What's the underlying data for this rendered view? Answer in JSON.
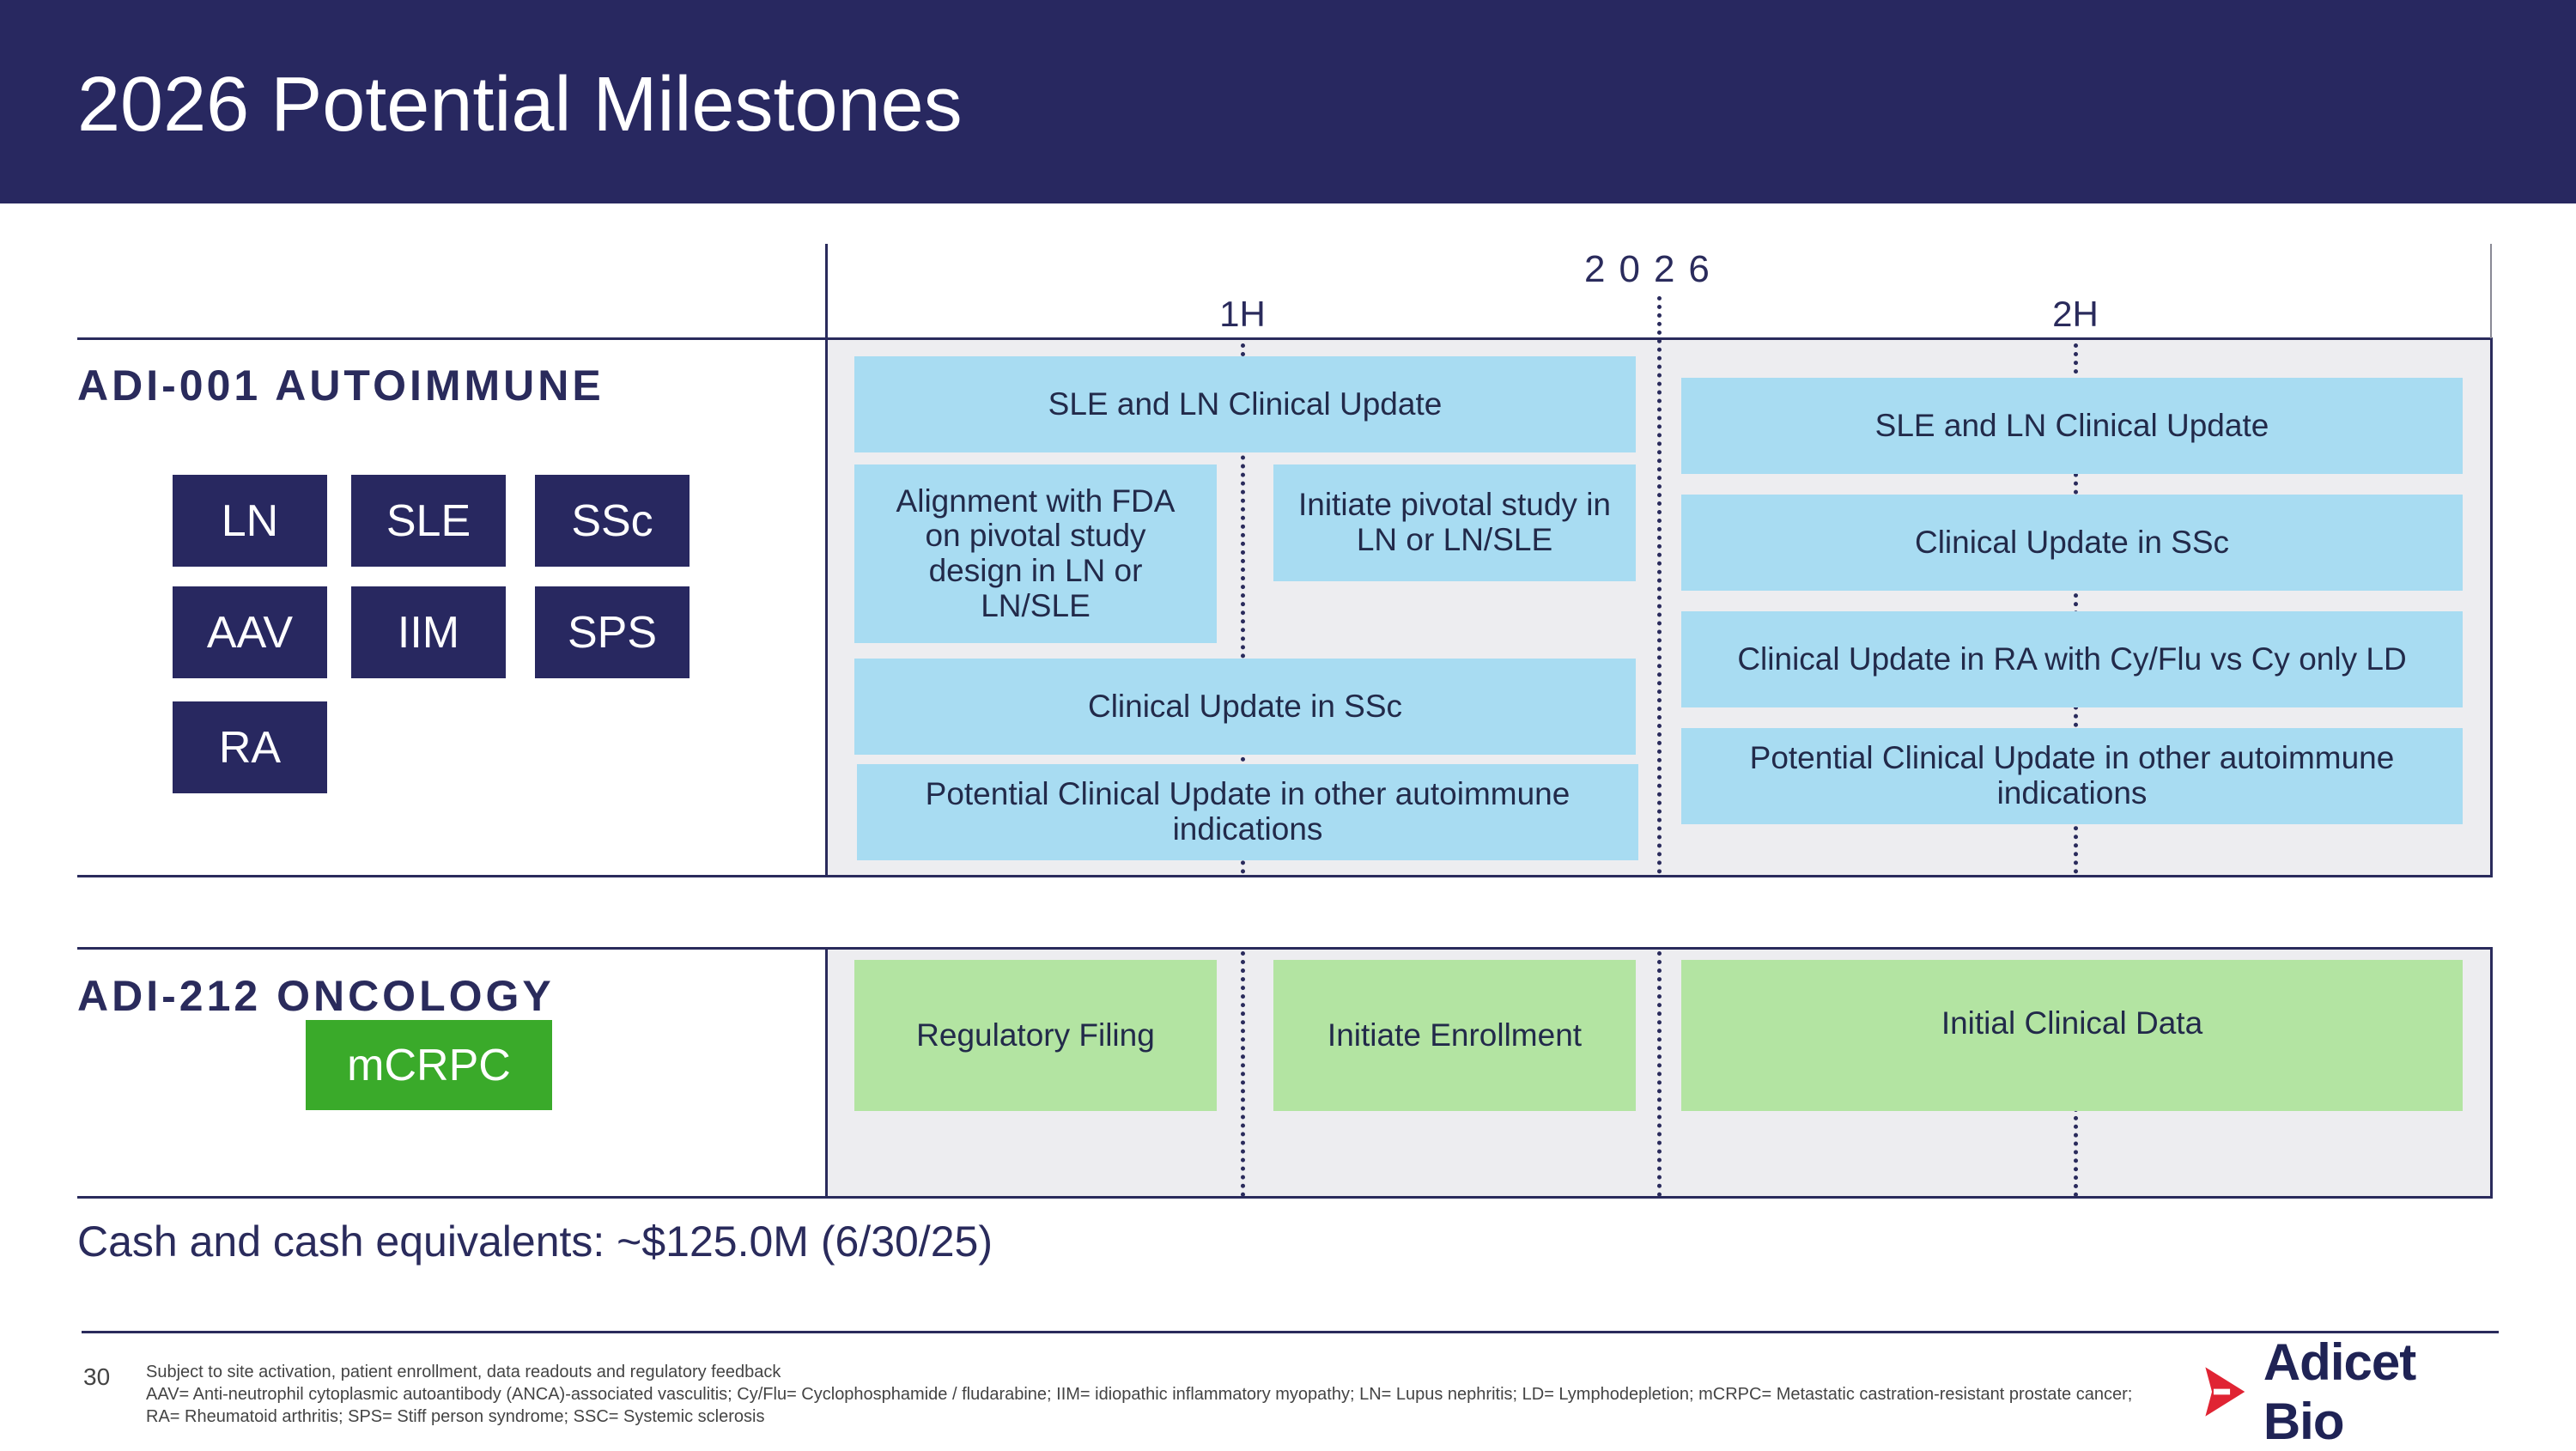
{
  "title": "2026 Potential Milestones",
  "timeline": {
    "year": "2026",
    "h1": "1H",
    "h2": "2H"
  },
  "autoimmune": {
    "heading": "ADI-001  AUTOIMMUNE",
    "tags": [
      "LN",
      "SLE",
      "SSc",
      "AAV",
      "IIM",
      "SPS",
      "RA"
    ],
    "h1_cards": [
      "SLE and LN Clinical Update",
      "Alignment with FDA on pivotal study design in LN or LN/SLE",
      "Initiate pivotal study in LN or LN/SLE",
      "Clinical Update in SSc",
      "Potential Clinical Update in other autoimmune indications"
    ],
    "h2_cards": [
      "SLE and LN Clinical Update",
      "Clinical Update in SSc",
      "Clinical Update in RA with Cy/Flu vs Cy only LD",
      "Potential Clinical Update in other autoimmune indications"
    ]
  },
  "oncology": {
    "heading": "ADI-212 ONCOLOGY",
    "tag": "mCRPC",
    "cards": [
      "Regulatory Filing",
      "Initiate Enrollment",
      "Initial Clinical Data"
    ]
  },
  "cash": "Cash and cash equivalents:  ~$125.0M (6/30/25)",
  "footer": {
    "page_number": "30",
    "note1": "Subject to site activation, patient enrollment, data readouts and regulatory feedback",
    "note2": "AAV= Anti-neutrophil cytoplasmic autoantibody (ANCA)-associated vasculitis; Cy/Flu= Cyclophosphamide / fludarabine; IIM= idiopathic inflammatory myopathy; LN= Lupus nephritis; LD= Lymphodepletion; mCRPC= Metastatic castration-resistant prostate cancer; RA= Rheumatoid arthritis; SPS= Stiff person syndrome; SSC= Systemic sclerosis"
  },
  "logo": {
    "text": "Adicet Bio",
    "icon": "adicet-logo-icon"
  },
  "colors": {
    "navy": "#282860",
    "light_blue": "#a8dcf2",
    "light_green": "#b3e4a2",
    "green_tag": "#3aaa2a",
    "panel": "#ededf0"
  }
}
